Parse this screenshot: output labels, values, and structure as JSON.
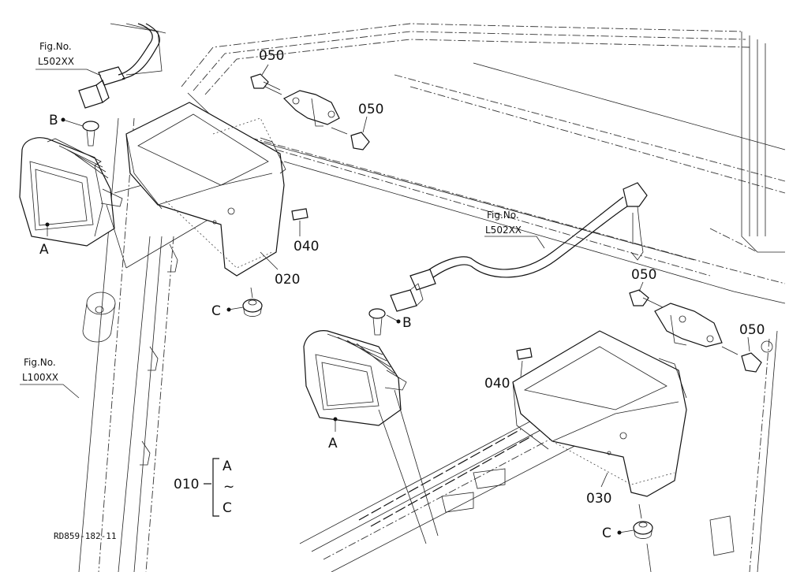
{
  "fig_refs": {
    "top_left": [
      "Fig.No.",
      "L502XX"
    ],
    "middle": [
      "Fig.No.",
      "L502XX"
    ],
    "lower_left": [
      "Fig.No.",
      "L100XX"
    ]
  },
  "callouts": {
    "a_left": "A",
    "a_right": "A",
    "b_left": "B",
    "b_right": "B",
    "c_left": "C",
    "c_right": "C"
  },
  "part_numbers": {
    "p050_top": "050",
    "p050_mid": "050",
    "p050_right1": "050",
    "p050_right2": "050",
    "p040_left": "040",
    "p040_right": "040",
    "p020": "020",
    "p030": "030",
    "p010": "010"
  },
  "set_bracket": {
    "from": "A",
    "tilde": "~",
    "to": "C"
  },
  "drawing_code": "RD859-182-11"
}
